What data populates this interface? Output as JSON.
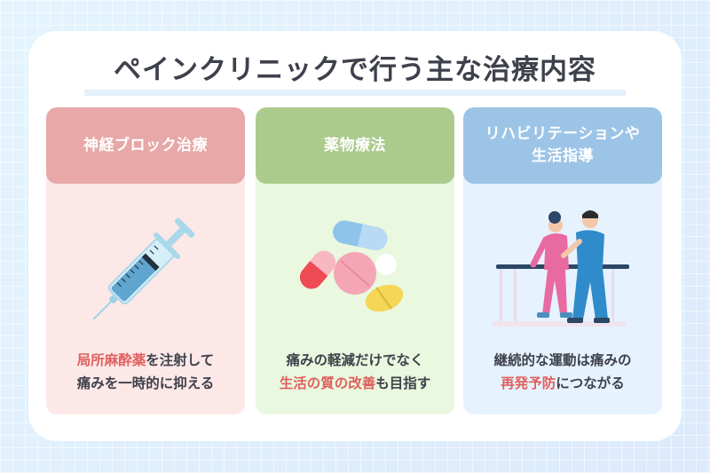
{
  "title": "ペインクリニックで行う主な治療内容",
  "colors": {
    "background": "#e3f0fd",
    "panel": "#ffffff",
    "title_text": "#3e414b",
    "title_underline": "#e4f0fb",
    "highlight": "#e0605e",
    "body_text": "#3e414b"
  },
  "cards": [
    {
      "header": "神経ブロック治療",
      "header_color": "#e8a8a8",
      "body_color": "#fde8e8",
      "illustration": "syringe-icon",
      "text": {
        "line1_highlight": "局所麻酔薬",
        "line1_rest": "を注射して",
        "line2": "痛みを一時的に抑える"
      }
    },
    {
      "header": "薬物療法",
      "header_color": "#abcb8d",
      "body_color": "#e9f8de",
      "illustration": "pills-icon",
      "text": {
        "line1": "痛みの軽減だけでなく",
        "line2_highlight": "生活の質の改善",
        "line2_rest": "も目指す"
      }
    },
    {
      "header_line1": "リハビリテーションや",
      "header_line2": "生活指導",
      "header_color": "#9cc4e6",
      "body_color": "#e6f2fd",
      "illustration": "rehabilitation-icon",
      "text": {
        "line1": "継続的な運動は痛みの",
        "line2_highlight": "再発予防",
        "line2_rest": "につながる"
      }
    }
  ]
}
